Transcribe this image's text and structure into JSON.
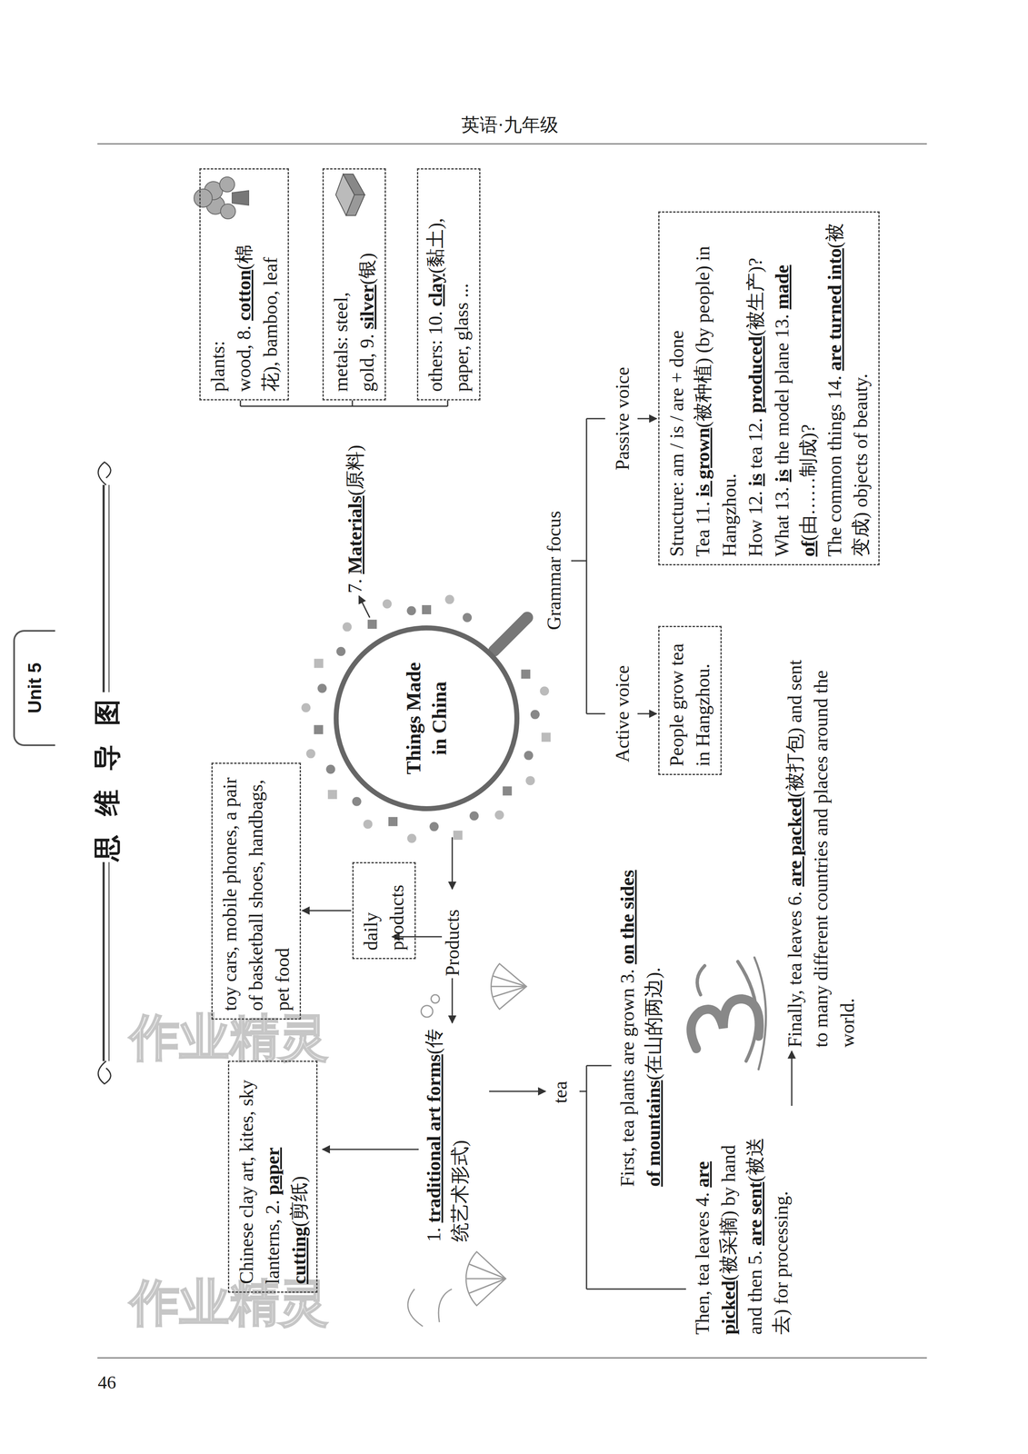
{
  "diagram": {
    "title": "思维导图",
    "nodes": [
      {
        "text": [
          "Unit 5"
        ]
      },
      {
        "text": [
          "Chinese clay art, kites, sky lanterns,",
          "2.",
          "paper cutting",
          "(剪纸)"
        ]
      },
      {
        "text": [
          "toy cars, mobile phones, a pair of basketball shoes, handbags, pet food"
        ]
      },
      {
        "text": [
          "plants: wood,",
          "8.",
          "cotton",
          "(棉花), bamboo, leaf"
        ]
      },
      {
        "text": [
          "daily products"
        ]
      },
      {
        "text": [
          "metals: steel, gold,",
          "9.",
          "silver",
          "(银)"
        ]
      },
      {
        "text": [
          "Things Made in China"
        ]
      },
      {
        "text": [
          "others:",
          "10.",
          "clay",
          "(黏土), paper, glass ..."
        ]
      },
      {
        "text": [
          "People grow tea in Hangzhou."
        ]
      },
      {
        "text": [
          "Structure: am / is / are + done",
          "Tea",
          "11.",
          "is grown",
          "(被种植) (by people) in Hangzhou.",
          "How",
          "12.",
          "is",
          "tea",
          "12.",
          "produced",
          "(被生产)?",
          "What",
          "13.",
          "is",
          "the model plane",
          "13.",
          "made of",
          "(由……制成)?",
          "The common things",
          "14.",
          "are turned into",
          "(被变成) objects of beauty."
        ]
      }
    ],
    "edges": [
      {
        "from": 4,
        "to": 2,
        "arrow": "to"
      }
    ],
    "labels": [
      "英语·九年级",
      "Products",
      "1.",
      "traditional art forms",
      "(传统艺术形式)",
      "tea",
      "First, tea plants are grown",
      "3.",
      "on the sides of mountains",
      "(在山的两边).",
      "Then, tea leaves",
      "4.",
      "are picked",
      "(被采摘) by hand and then",
      "5.",
      "are sent",
      "(被送去) for processing.",
      "Finally, tea leaves",
      "6.",
      "are packed",
      "(被打包) and sent to many different countries and places around the world.",
      "7.",
      "Materials",
      "(原料)",
      "Grammar focus",
      "Active voice",
      "Passive voice",
      "作业精灵",
      "作业精灵",
      "46"
    ]
  }
}
